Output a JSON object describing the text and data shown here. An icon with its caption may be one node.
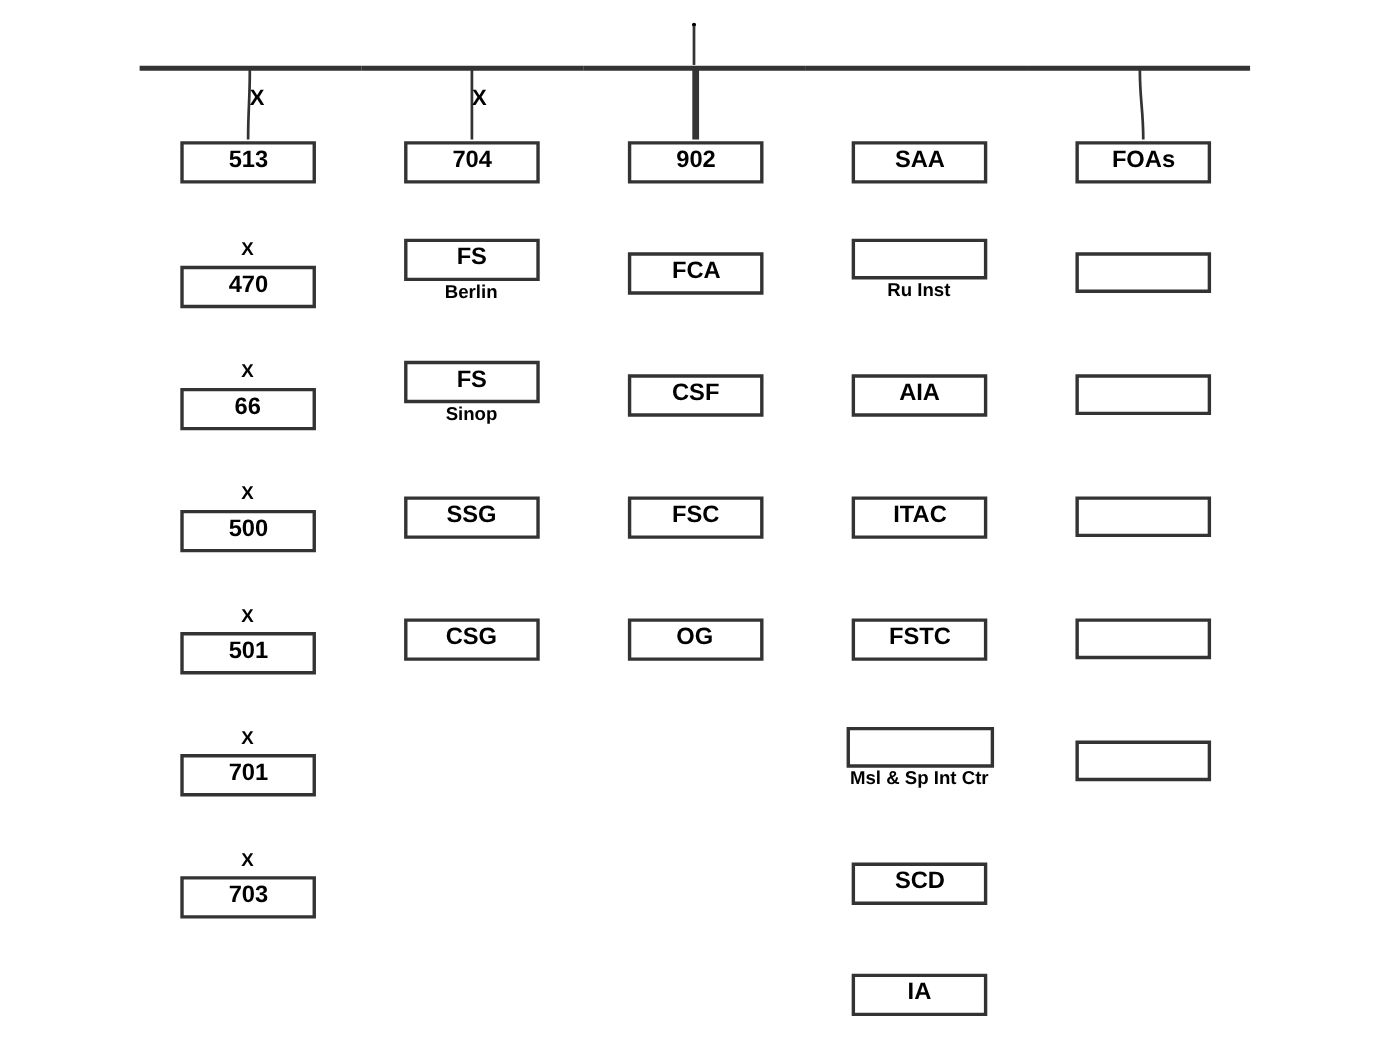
{
  "diagram": {
    "nodes": [
      {
        "text": [],
        "shape": "bar"
      },
      {
        "text": [
          "513"
        ]
      },
      {
        "text": [
          "470"
        ],
        "beside": [
          "X"
        ]
      },
      {
        "text": [
          "66"
        ],
        "beside": [
          "X"
        ]
      },
      {
        "text": [
          "500"
        ],
        "beside": [
          "X"
        ]
      },
      {
        "text": [
          "501"
        ],
        "beside": [
          "X"
        ]
      },
      {
        "text": [
          "701"
        ],
        "beside": [
          "X"
        ]
      },
      {
        "text": [
          "703"
        ],
        "beside": [
          "X"
        ]
      },
      {
        "text": [
          "704"
        ]
      },
      {
        "text": [
          "FS"
        ],
        "beside": [
          "Berlin"
        ]
      },
      {
        "text": [
          "FS"
        ],
        "beside": [
          "Sinop"
        ]
      },
      {
        "text": [
          "SSG"
        ]
      },
      {
        "text": [
          "CSG"
        ]
      },
      {
        "text": [
          "902"
        ]
      },
      {
        "text": [
          "FCA"
        ]
      },
      {
        "text": [
          "CSF"
        ]
      },
      {
        "text": [
          "FSC"
        ]
      },
      {
        "text": [
          "OG"
        ]
      },
      {
        "text": [
          "SAA"
        ]
      },
      {
        "text": [],
        "shape": "box",
        "beside": [
          "Ru Inst"
        ]
      },
      {
        "text": [
          "AIA"
        ]
      },
      {
        "text": [
          "ITAC"
        ]
      },
      {
        "text": [
          "FSTC"
        ]
      },
      {
        "text": [],
        "shape": "box",
        "beside": [
          "Msl & Sp Int Ctr"
        ]
      },
      {
        "text": [
          "SCD"
        ]
      },
      {
        "text": [
          "IA"
        ]
      },
      {
        "text": [
          "FOAs"
        ]
      },
      {
        "text": [],
        "shape": "box"
      },
      {
        "text": [],
        "shape": "box"
      },
      {
        "text": [],
        "shape": "box"
      },
      {
        "text": [],
        "shape": "box"
      },
      {
        "text": [],
        "shape": "box"
      }
    ],
    "edges": [
      {
        "from": null,
        "to": 0,
        "arrow": "none"
      },
      {
        "from": 0,
        "to": 1,
        "arrow": "none",
        "label": "X"
      },
      {
        "from": 0,
        "to": 8,
        "arrow": "none",
        "label": "X"
      },
      {
        "from": 0,
        "to": 13,
        "arrow": "none",
        "style": "thick"
      },
      {
        "from": 0,
        "to": 26,
        "arrow": "none"
      }
    ]
  }
}
